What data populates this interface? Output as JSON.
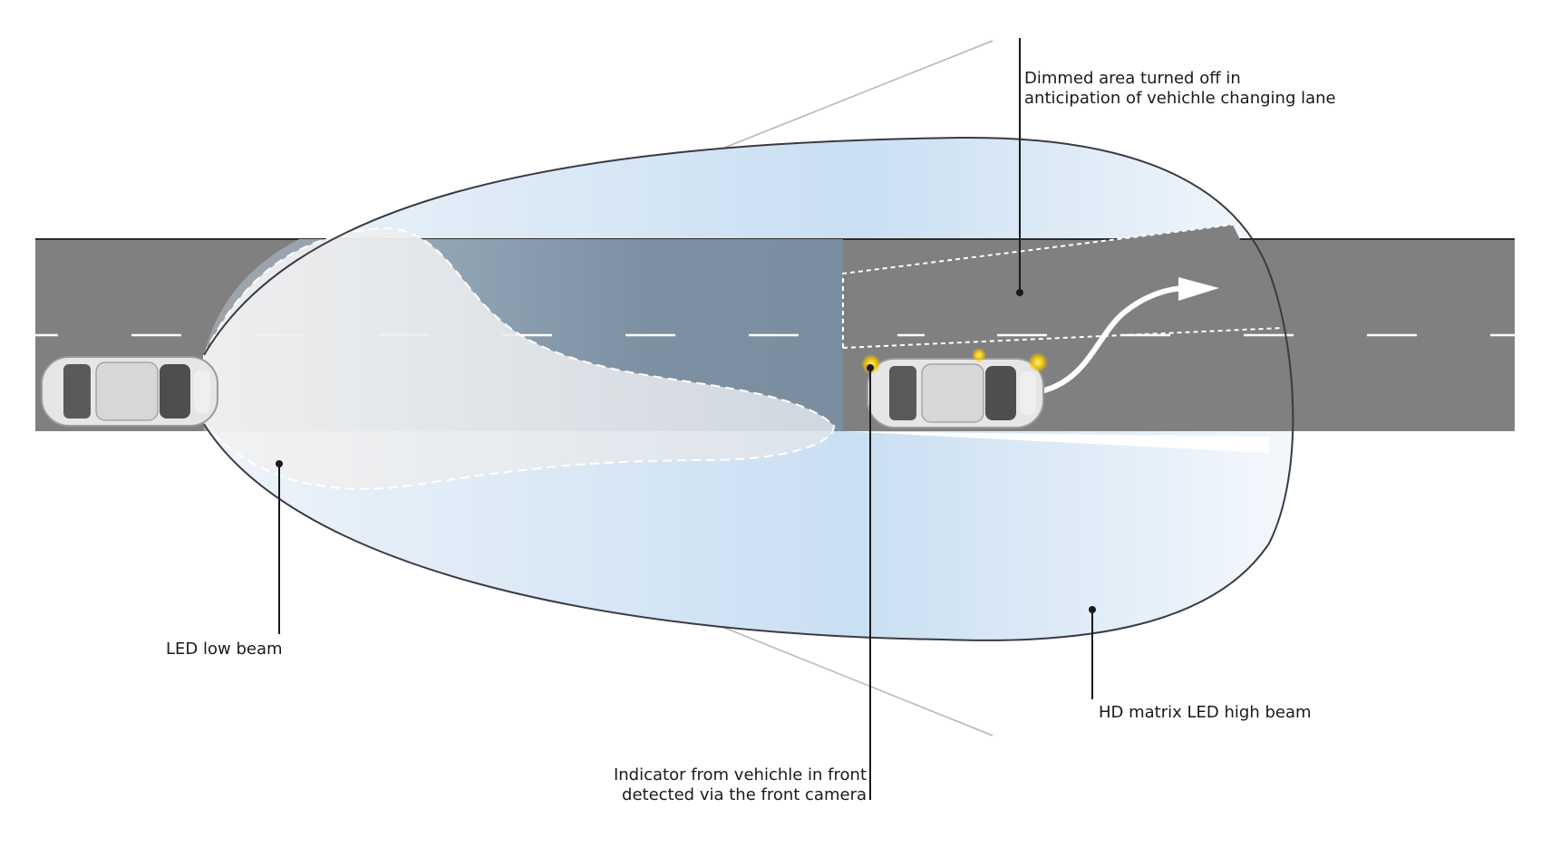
{
  "labels": {
    "dimmed_area": {
      "line1": "Dimmed area turned off in",
      "line2": "anticipation of vehichle changing lane"
    },
    "low_beam": "LED low beam",
    "high_beam": "HD matrix LED high beam",
    "indicator": {
      "line1": "Indicator from vehichle in front",
      "line2": "detected via the front camera"
    }
  },
  "colors": {
    "road": "#7f7f7f",
    "lane_marking": "#ffffff",
    "high_beam_fill": "#d6e6f5",
    "low_beam_fill": "#e4e7ec",
    "outline": "#3a3a44",
    "indicator_light": "#f2c200",
    "car_body": "#e8e8e8"
  }
}
